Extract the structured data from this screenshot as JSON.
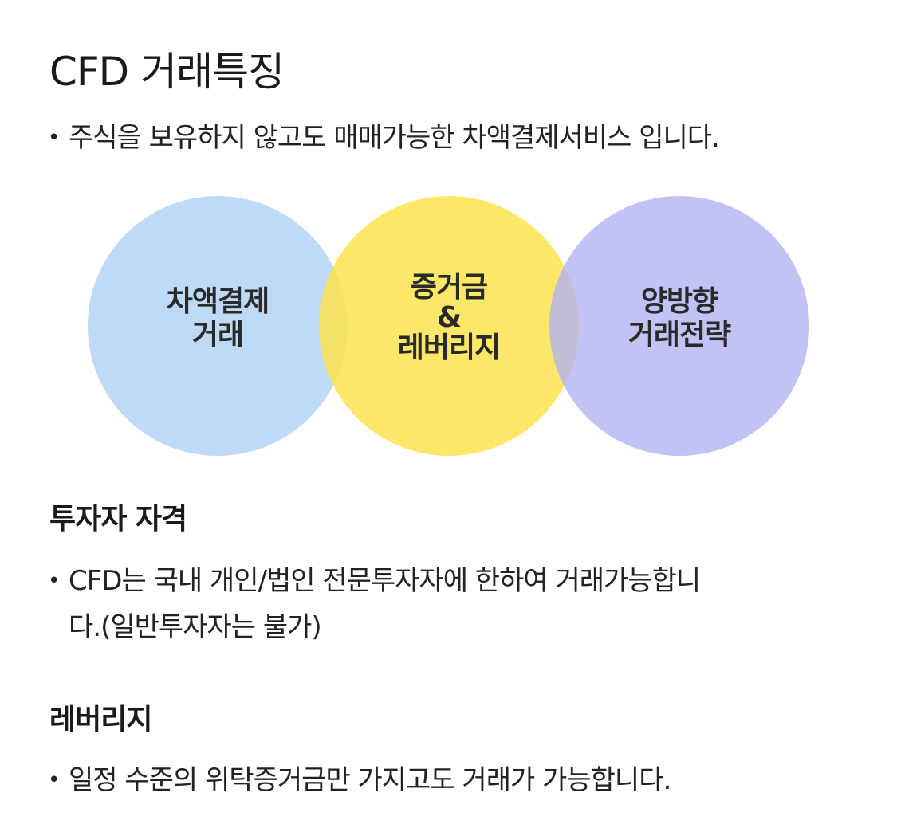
{
  "title": "CFD 거래특징",
  "intro": "주식을 보유하지 않고도 매매가능한 차액결제서비스 입니다.",
  "venn": {
    "circles": [
      {
        "line1": "차액결제",
        "line2": "거래",
        "line3": "",
        "color": "#a9cdf3"
      },
      {
        "line1": "증거금",
        "line2": "&",
        "line3": "레버리지",
        "color": "#fde34e"
      },
      {
        "line1": "양방향",
        "line2": "거래전략",
        "line3": "",
        "color": "#b1b1f2"
      }
    ]
  },
  "sections": [
    {
      "heading": "투자자 자격",
      "body_line1": "CFD는 국내 개인/법인 전문투자자에 한하여 거래가능합니",
      "body_line2": "다.(일반투자자는 불가)"
    },
    {
      "heading": "레버리지",
      "body_line1": "일정 수준의 위탁증거금만 가지고도 거래가 가능합니다.",
      "body_line2": ""
    }
  ]
}
